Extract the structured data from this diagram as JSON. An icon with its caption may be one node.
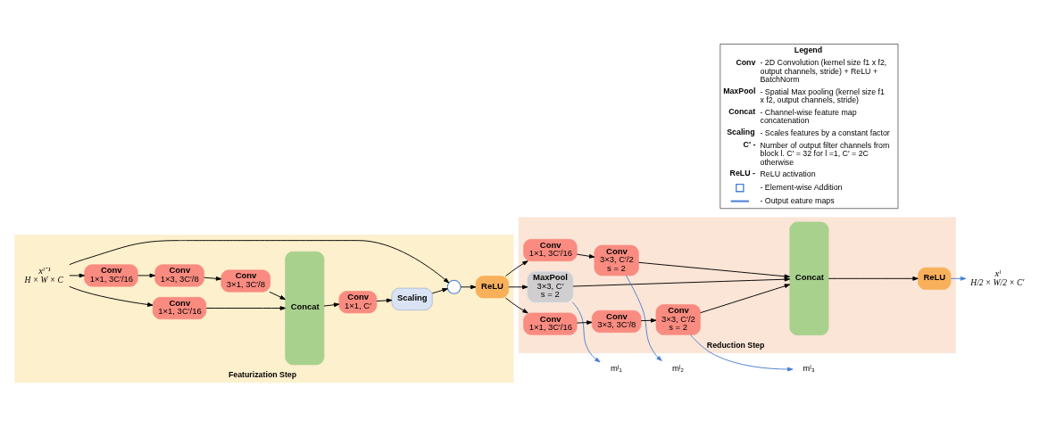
{
  "diagram": {
    "nodes": [
      {
        "text": [
          "Featurization Step"
        ]
      },
      {
        "text": [
          "xˡ⁻¹"
        ],
        "beside": [
          "H × W × C"
        ],
        "in": 0
      },
      {
        "text": [
          "Conv",
          "1×1, 3C′/16"
        ],
        "in": 0
      },
      {
        "text": [
          "Conv",
          "1×1, 3C′/16"
        ],
        "in": 0
      },
      {
        "text": [
          "Conv",
          "1×3, 3C′/8"
        ],
        "in": 0
      },
      {
        "text": [
          "Conv",
          "3×1, 3C′/8"
        ],
        "in": 0
      },
      {
        "text": [
          "Concat"
        ],
        "in": 0
      },
      {
        "text": [
          "Conv",
          "1×1, C′"
        ],
        "in": 0
      },
      {
        "text": [
          "Scaling"
        ],
        "in": 0
      },
      {
        "text": [],
        "shape": "circle",
        "in": 0
      },
      {
        "text": [
          "ReLU"
        ],
        "in": 0
      },
      {
        "text": [
          "Reduction Step"
        ]
      },
      {
        "text": [
          "MaxPool",
          "3×3, C′",
          "s = 2"
        ],
        "in": 11
      },
      {
        "text": [
          "Conv",
          "1×1, 3C′/16"
        ],
        "in": 11
      },
      {
        "text": [
          "Conv",
          "3×3, C′/2",
          "s = 2"
        ],
        "in": 11
      },
      {
        "text": [
          "Conv",
          "1×1, 3C′/16"
        ],
        "in": 11
      },
      {
        "text": [
          "Conv",
          "3×3, 3C′/8"
        ],
        "in": 11
      },
      {
        "text": [
          "Conv",
          "3×3, C′/2",
          "s = 2"
        ],
        "in": 11
      },
      {
        "text": [
          "Concat"
        ],
        "in": 11
      },
      {
        "text": [
          "ReLU"
        ],
        "in": 11
      },
      {
        "text": [
          "xˡ"
        ],
        "beside": [
          "H/2 × W/2 × C′"
        ]
      },
      {
        "text": [
          "mˡ₁"
        ]
      },
      {
        "text": [
          "mˡ₂"
        ]
      },
      {
        "text": [
          "mˡ₃"
        ]
      }
    ],
    "edges": [
      {
        "from": 1,
        "to": 9,
        "arrow": "to"
      },
      {
        "from": 1,
        "to": 2,
        "arrow": "to"
      },
      {
        "from": 1,
        "to": 3,
        "arrow": "to"
      },
      {
        "from": 2,
        "to": 6,
        "arrow": "to"
      },
      {
        "from": 3,
        "to": 4,
        "arrow": "to"
      },
      {
        "from": 4,
        "to": 5,
        "arrow": "to"
      },
      {
        "from": 5,
        "to": 6,
        "arrow": "to"
      },
      {
        "from": 6,
        "to": 7,
        "arrow": "to"
      },
      {
        "from": 7,
        "to": 8,
        "arrow": "to"
      },
      {
        "from": 8,
        "to": 9,
        "arrow": "to"
      },
      {
        "from": 9,
        "to": 10,
        "arrow": "to"
      },
      {
        "from": 10,
        "to": 12,
        "arrow": "to"
      },
      {
        "from": 10,
        "to": 13,
        "arrow": "to"
      },
      {
        "from": 10,
        "to": 15,
        "arrow": "to"
      },
      {
        "from": 12,
        "to": 18,
        "arrow": "to"
      },
      {
        "from": 13,
        "to": 14,
        "arrow": "to"
      },
      {
        "from": 14,
        "to": 18,
        "arrow": "to"
      },
      {
        "from": 15,
        "to": 16,
        "arrow": "to"
      },
      {
        "from": 16,
        "to": 17,
        "arrow": "to"
      },
      {
        "from": 17,
        "to": 18,
        "arrow": "to"
      },
      {
        "from": 18,
        "to": 19,
        "arrow": "to"
      },
      {
        "from": 19,
        "to": 20,
        "arrow": "to",
        "color": "#4a7fd4"
      },
      {
        "from": 12,
        "to": 21,
        "arrow": "to",
        "color": "#4a7fd4"
      },
      {
        "from": 14,
        "to": 22,
        "arrow": "to",
        "color": "#4a7fd4"
      },
      {
        "from": 17,
        "to": 23,
        "arrow": "to",
        "color": "#4a7fd4"
      }
    ],
    "labels": [
      "Legend",
      "Conv",
      "- 2D Convolution (kernel size f1 x f2, output channels, stride) + ReLU + BatchNorm",
      "MaxPool",
      "- Spatial Max pooling (kernel size f1 x f2, output channels, stride)",
      "Concat",
      "- Channel-wise feature map concatenation",
      "Scaling",
      "- Scales features by a constant factor",
      "C′ -",
      "Number of output filter channels from block l. C′ = 32 for l =1, C′ = 2C otherwise",
      "ReLU -",
      "ReLU activation"
    ],
    "legend": [
      {
        "text": "- Element-wise Addition"
      },
      {
        "text": "- Output eature maps"
      }
    ]
  }
}
